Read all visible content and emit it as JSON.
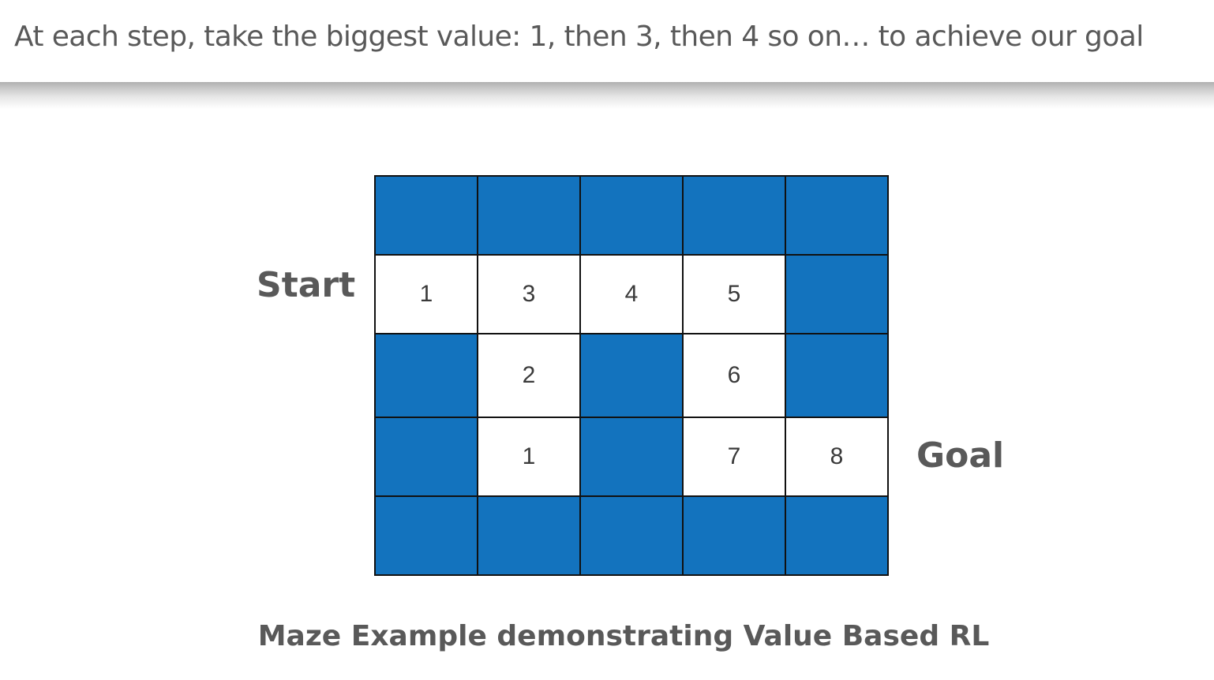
{
  "header": {
    "title": "At each step, take the biggest value: 1, then 3, then 4  so on… to achieve our goal"
  },
  "maze": {
    "rows": [
      [
        {
          "type": "wall",
          "value": ""
        },
        {
          "type": "wall",
          "value": ""
        },
        {
          "type": "wall",
          "value": ""
        },
        {
          "type": "wall",
          "value": ""
        },
        {
          "type": "wall",
          "value": ""
        }
      ],
      [
        {
          "type": "open",
          "value": "1"
        },
        {
          "type": "open",
          "value": "3"
        },
        {
          "type": "open",
          "value": "4"
        },
        {
          "type": "open",
          "value": "5"
        },
        {
          "type": "wall",
          "value": ""
        }
      ],
      [
        {
          "type": "wall",
          "value": ""
        },
        {
          "type": "open",
          "value": "2"
        },
        {
          "type": "wall",
          "value": ""
        },
        {
          "type": "open",
          "value": "6"
        },
        {
          "type": "wall",
          "value": ""
        }
      ],
      [
        {
          "type": "wall",
          "value": ""
        },
        {
          "type": "open",
          "value": "1"
        },
        {
          "type": "wall",
          "value": ""
        },
        {
          "type": "open",
          "value": "7"
        },
        {
          "type": "open",
          "value": "8"
        }
      ],
      [
        {
          "type": "wall",
          "value": ""
        },
        {
          "type": "wall",
          "value": ""
        },
        {
          "type": "wall",
          "value": ""
        },
        {
          "type": "wall",
          "value": ""
        },
        {
          "type": "wall",
          "value": ""
        }
      ]
    ],
    "start_label": "Start",
    "goal_label": "Goal"
  },
  "caption": "Maze Example demonstrating Value Based RL",
  "colors": {
    "wall": "#1373be",
    "open": "#ffffff",
    "text": "#595959",
    "grid_line": "#111111"
  }
}
